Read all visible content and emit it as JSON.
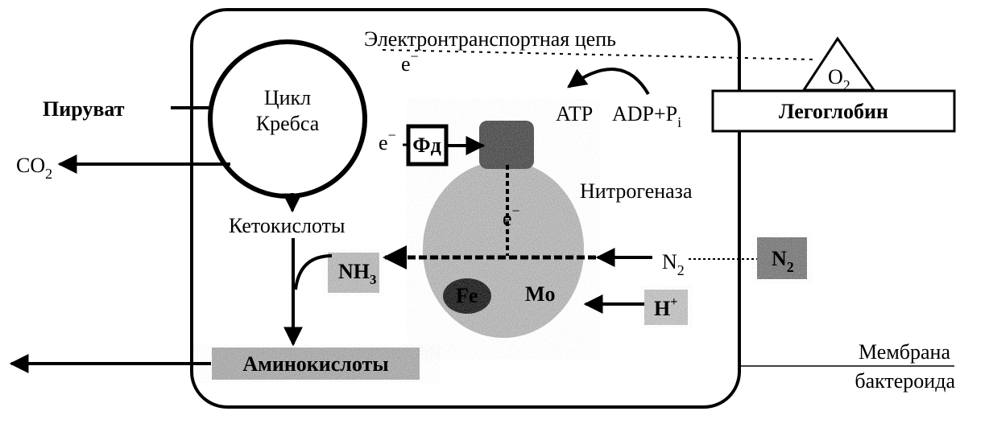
{
  "labels": {
    "etc": "Электронтранспортная цепь",
    "e_top": "e",
    "krebs_line1": "Цикл",
    "krebs_line2": "Кребса",
    "pyruvate": "Пируват",
    "co2": "CO",
    "co2_sub": "2",
    "e_krebs": "e",
    "fd": "Фд",
    "atp": "ATP",
    "adp": "ADP+P",
    "adp_sub": "i",
    "leghemoglobin": "Легоглобин",
    "o2": "O",
    "o2_sub": "2",
    "nitrogenase": "Нитрогеназа",
    "e_nitro": "e",
    "keto": "Кетокислоты",
    "nh3": "NH",
    "nh3_sub": "3",
    "n2_inner": "N",
    "n2_inner_sub": "2",
    "n2_outer": "N",
    "n2_outer_sub": "2",
    "mo": "Mo",
    "fe": "Fe",
    "h_plus": "H",
    "h_sup": "+",
    "amino": "Аминокислоты",
    "membrane_line1": "Мембрана",
    "membrane_line2": "бактероида"
  },
  "colors": {
    "ink": "#000000",
    "blob_dark": "#5a5a5a",
    "blob_mid": "#9a9a9a",
    "blob_light": "#cfcfcf"
  }
}
